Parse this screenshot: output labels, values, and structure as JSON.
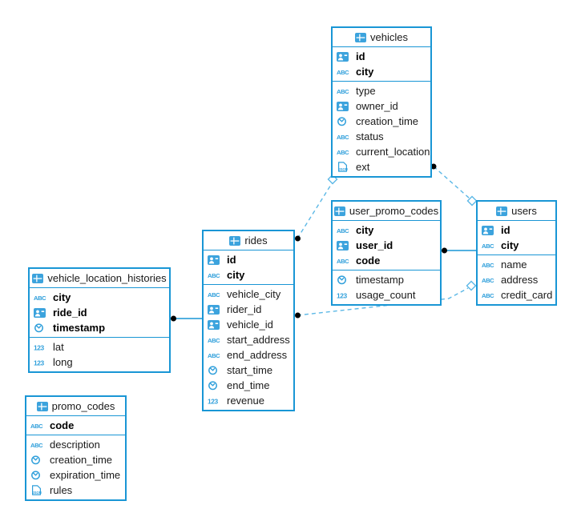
{
  "diagram": {
    "colors": {
      "table_border": "#1996d5",
      "icon_blue": "#3ca3dd",
      "type_text_blue": "#2f9fdb",
      "dashed_line": "#5cb8e6",
      "solid_line": "#1996d5",
      "endpoint_dot": "#000000"
    },
    "tables": {
      "vehicles": {
        "title": "vehicles",
        "keys": [
          {
            "icon": "id-badge-icon",
            "name": "id"
          },
          {
            "icon": "abc-icon",
            "name": "city"
          }
        ],
        "fields": [
          {
            "icon": "abc-icon",
            "name": "type"
          },
          {
            "icon": "id-badge-icon",
            "name": "owner_id"
          },
          {
            "icon": "clock-icon",
            "name": "creation_time"
          },
          {
            "icon": "abc-icon",
            "name": "status"
          },
          {
            "icon": "abc-icon",
            "name": "current_location"
          },
          {
            "icon": "json-icon",
            "name": "ext"
          }
        ]
      },
      "users": {
        "title": "users",
        "keys": [
          {
            "icon": "id-badge-icon",
            "name": "id"
          },
          {
            "icon": "abc-icon",
            "name": "city"
          }
        ],
        "fields": [
          {
            "icon": "abc-icon",
            "name": "name"
          },
          {
            "icon": "abc-icon",
            "name": "address"
          },
          {
            "icon": "abc-icon",
            "name": "credit_card"
          }
        ]
      },
      "user_promo_codes": {
        "title": "user_promo_codes",
        "keys": [
          {
            "icon": "abc-icon",
            "name": "city"
          },
          {
            "icon": "id-badge-icon",
            "name": "user_id"
          },
          {
            "icon": "abc-icon",
            "name": "code"
          }
        ],
        "fields": [
          {
            "icon": "clock-icon",
            "name": "timestamp"
          },
          {
            "icon": "num-icon",
            "name": "usage_count"
          }
        ]
      },
      "rides": {
        "title": "rides",
        "keys": [
          {
            "icon": "id-badge-icon",
            "name": "id"
          },
          {
            "icon": "abc-icon",
            "name": "city"
          }
        ],
        "fields": [
          {
            "icon": "abc-icon",
            "name": "vehicle_city"
          },
          {
            "icon": "id-badge-icon",
            "name": "rider_id"
          },
          {
            "icon": "id-badge-icon",
            "name": "vehicle_id"
          },
          {
            "icon": "abc-icon",
            "name": "start_address"
          },
          {
            "icon": "abc-icon",
            "name": "end_address"
          },
          {
            "icon": "clock-icon",
            "name": "start_time"
          },
          {
            "icon": "clock-icon",
            "name": "end_time"
          },
          {
            "icon": "num-icon",
            "name": "revenue"
          }
        ]
      },
      "vehicle_location_histories": {
        "title": "vehicle_location_histories",
        "keys": [
          {
            "icon": "abc-icon",
            "name": "city"
          },
          {
            "icon": "id-badge-icon",
            "name": "ride_id"
          },
          {
            "icon": "clock-icon",
            "name": "timestamp"
          }
        ],
        "fields": [
          {
            "icon": "num-icon",
            "name": "lat"
          },
          {
            "icon": "num-icon",
            "name": "long"
          }
        ]
      },
      "promo_codes": {
        "title": "promo_codes",
        "keys": [
          {
            "icon": "abc-icon",
            "name": "code"
          }
        ],
        "fields": [
          {
            "icon": "abc-icon",
            "name": "description"
          },
          {
            "icon": "clock-icon",
            "name": "creation_time"
          },
          {
            "icon": "clock-icon",
            "name": "expiration_time"
          },
          {
            "icon": "json-icon",
            "name": "rules"
          }
        ]
      }
    },
    "relations": [
      {
        "from": "vehicle_location_histories",
        "to": "rides",
        "style": "solid"
      },
      {
        "from": "user_promo_codes",
        "to": "users",
        "style": "solid"
      },
      {
        "from": "rides",
        "to": "vehicles",
        "style": "dashed"
      },
      {
        "from": "vehicles",
        "to": "users",
        "style": "dashed"
      },
      {
        "from": "rides",
        "to": "users",
        "style": "dashed"
      }
    ]
  }
}
